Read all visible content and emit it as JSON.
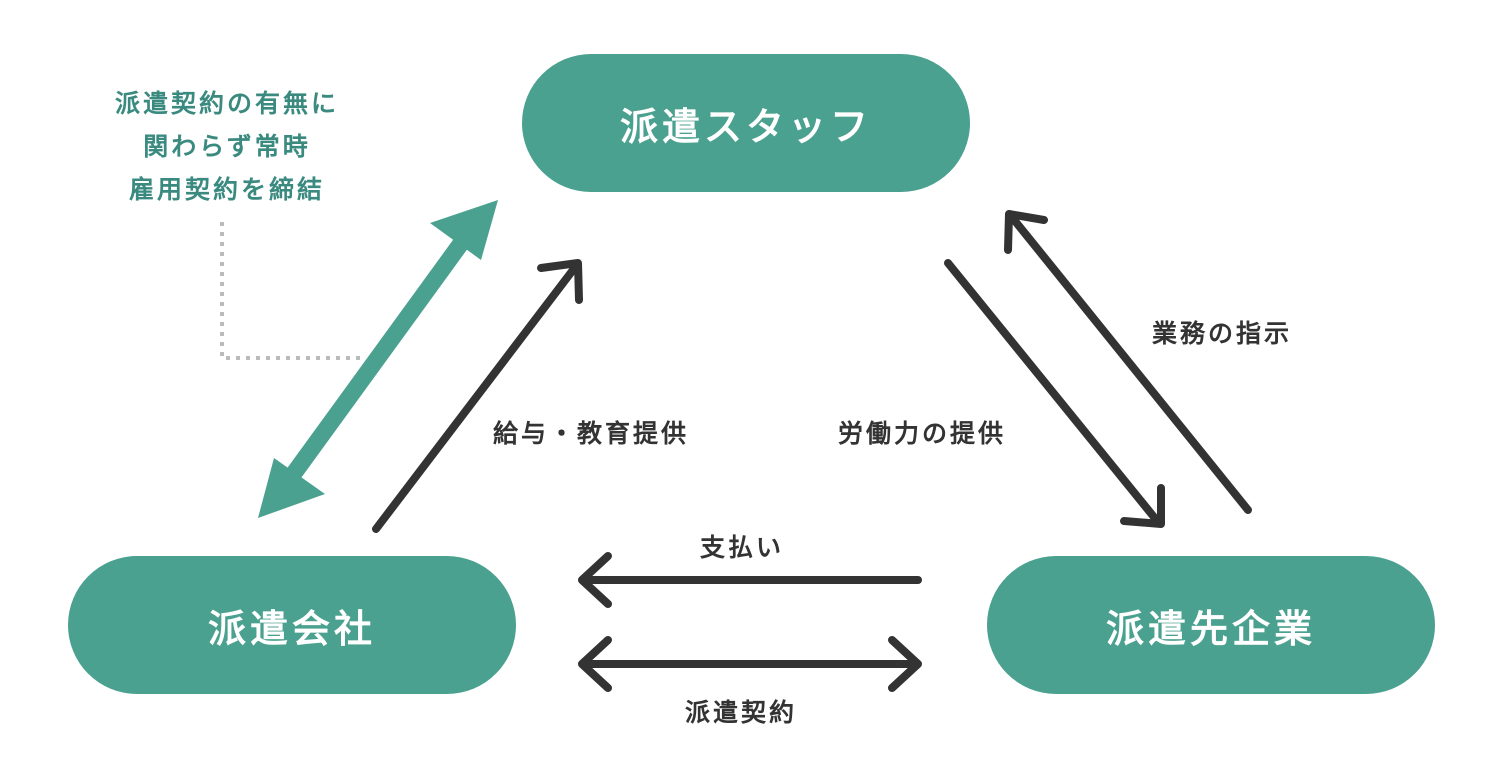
{
  "nodes": {
    "staff": "派遣スタッフ",
    "company": "派遣会社",
    "client": "派遣先企業"
  },
  "labels": {
    "salary": "給与・教育提供",
    "labor": "労働力の提供",
    "instruction": "業務の指示",
    "payment": "支払い",
    "contract": "派遣契約"
  },
  "note": {
    "lines": [
      "派遣契約の有無に",
      "関わらず常時",
      "雇用契約を締結"
    ]
  },
  "colors": {
    "node_fill": "#4ba18f",
    "note_text": "#3b8a80",
    "arrow": "#333333",
    "accent_arrow": "#4ba18f",
    "dotted_line": "#bbbbbb"
  }
}
